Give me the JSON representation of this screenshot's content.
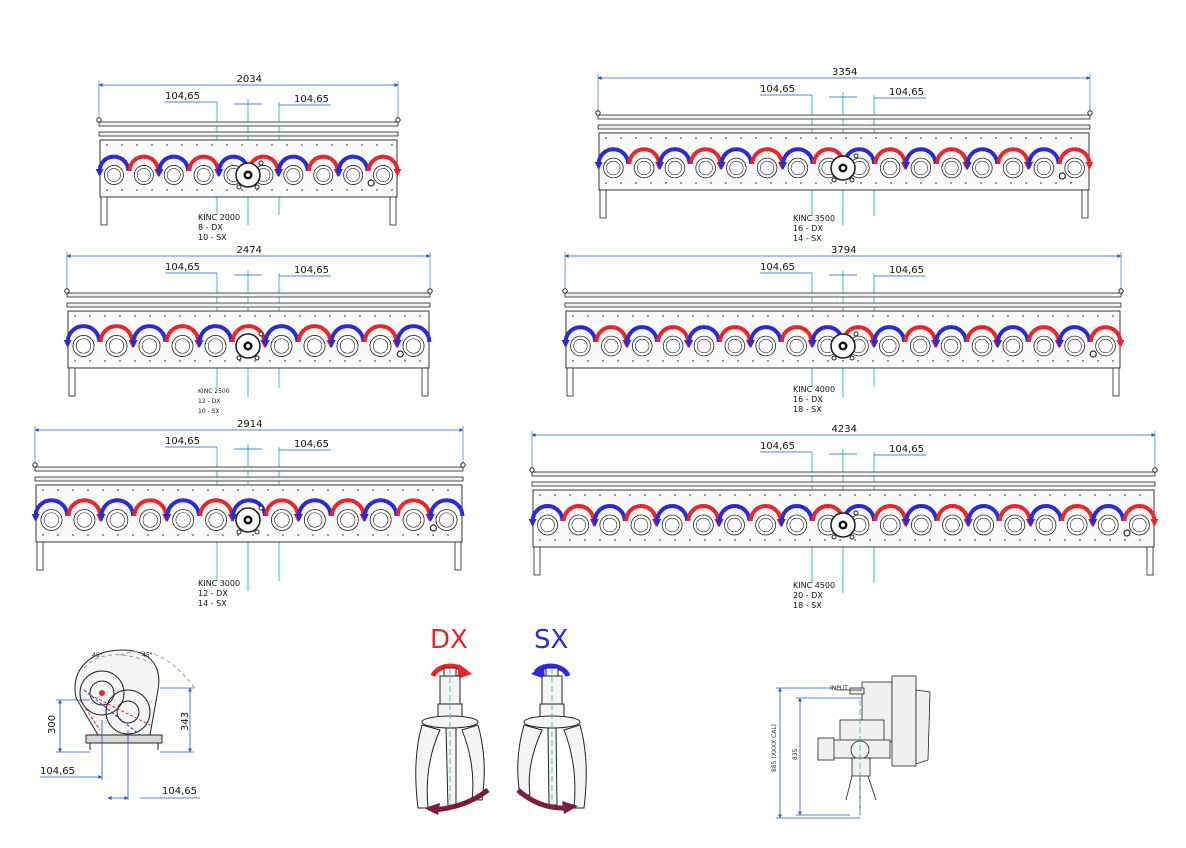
{
  "colors": {
    "dx": "#e8262b",
    "sx": "#2a2ad6",
    "dim": "#1e5bc6",
    "axis": "#1fb8c9",
    "line": "#222222",
    "fill": "#f2f2f2",
    "tine_arrow": "#7a1f3a"
  },
  "common": {
    "offset_label": "104,65"
  },
  "machines": [
    {
      "width_label": "2034",
      "rotors": 10,
      "model": "KINC 2000",
      "dx": "8  - DX",
      "sx": "10 - SX"
    },
    {
      "width_label": "3354",
      "rotors": 16,
      "model": "KINC 3500",
      "dx": "16 - DX",
      "sx": "14 - SX"
    },
    {
      "width_label": "2474",
      "rotors": 11,
      "model": "KINC 2500",
      "dx": "12 - DX",
      "sx": "10 - SX"
    },
    {
      "width_label": "3794",
      "rotors": 18,
      "model": "KINC 4000",
      "dx": "16 - DX",
      "sx": "18 - SX"
    },
    {
      "width_label": "2914",
      "rotors": 13,
      "model": "KINC 3000",
      "dx": "12 - DX",
      "sx": "14 - SX"
    },
    {
      "width_label": "4234",
      "rotors": 20,
      "model": "KINC 4500",
      "dx": "20 - DX",
      "sx": "18 - SX"
    }
  ],
  "side_view": {
    "height_a": "300",
    "height_b": "343",
    "offset_left": "104,65",
    "offset_right": "104,65",
    "angle_a": "45°",
    "angle_b": "45°"
  },
  "rotation": {
    "dx_label": "DX",
    "sx_label": "SX"
  },
  "gearbox": {
    "input_label": "INPUT",
    "height_a": "885 (XXXX CAL)",
    "height_b": "835"
  }
}
